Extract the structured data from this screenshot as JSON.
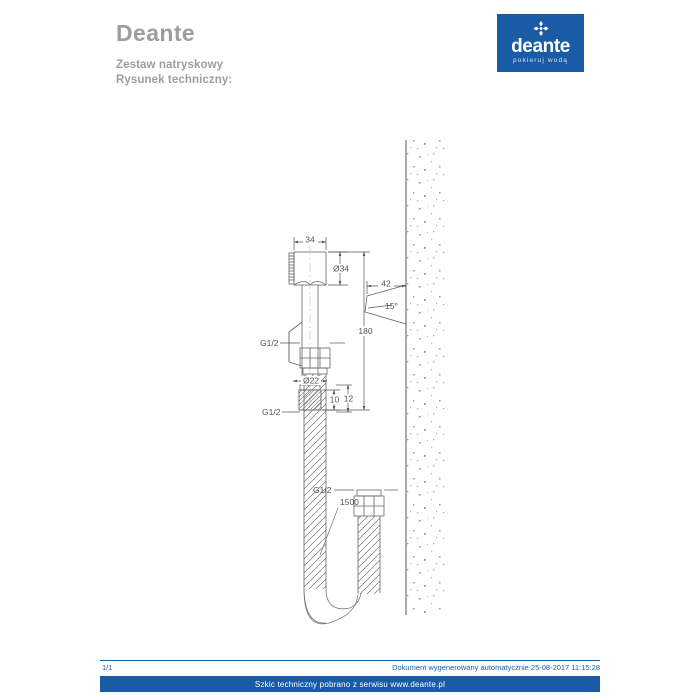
{
  "header": {
    "brand_title": "Deante",
    "subtitle_line1": "Zestaw natryskowy",
    "subtitle_line2": "Rysunek techniczny:"
  },
  "logo": {
    "wordmark": "deante",
    "tagline": "pokieruj wodą",
    "background_color": "#1a5ba6",
    "diamond_icon": "deante-diamond-icon"
  },
  "drawing": {
    "title": "Zestaw natryskowy - rysunek techniczny",
    "line_color": "#666666",
    "dimension_color": "#555555",
    "dimensions": {
      "head_width": "34",
      "head_diameter": "Ø34",
      "total_height": "180",
      "shaft_diameter": "Ø22",
      "thread_length": "10",
      "collar_height": "12",
      "handle_thread": "G1/2",
      "bracket_width": "42",
      "bracket_angle": "15°",
      "hose_top_thread": "G1/2",
      "hose_length": "1500",
      "hose_bottom_thread": "G1/2"
    }
  },
  "footer": {
    "page_number": "1/1",
    "generated_note": "Dokument wygenerowany automatycznie 25-08-2017 11:15:28",
    "source_bar": "Szkic techniczny pobrano z serwisu www.deante.pl",
    "bar_color": "#1a5ba6"
  }
}
